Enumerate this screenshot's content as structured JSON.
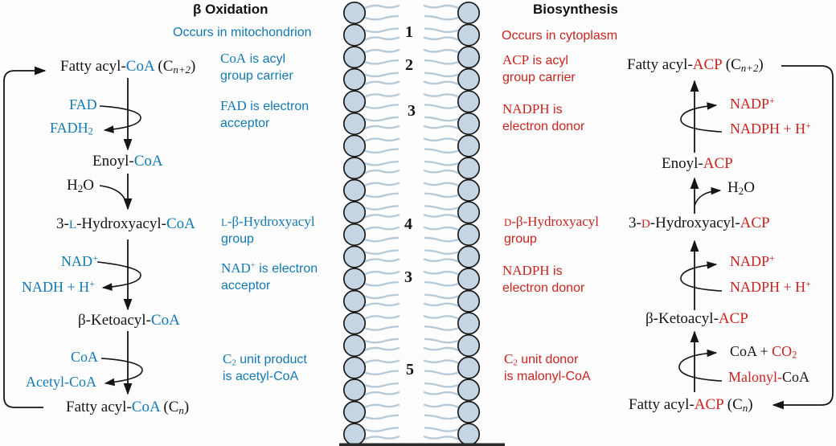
{
  "palette": {
    "blue": "#1279b4",
    "red": "#c9241e",
    "ink": "#151515",
    "membrane_fill": "#c5d5e4",
    "membrane_stroke": "#1b1b1b",
    "tail": "#b7cada",
    "background": "#fdfdfd"
  },
  "titles": {
    "left": "β Oxidation",
    "right": "Biosynthesis"
  },
  "membrane": {
    "step_numbers": [
      "1",
      "2",
      "3",
      "4",
      "3",
      "5"
    ]
  },
  "beta_oxidation": {
    "notes": {
      "occurs": "Occurs in mitochondrion",
      "carrier_chem": "CoA",
      "carrier_rest": " is acyl",
      "carrier_l2": "group carrier",
      "electron_chem": "FAD",
      "electron_rest": " is electron",
      "electron_l2": "acceptor",
      "hydroxy_sc": "L",
      "hydroxy_rest": "-β-Hydroxyacyl",
      "hydroxy_l2": "group",
      "nad_chem": "NAD",
      "nad_sup": "+",
      "nad_rest": " is electron",
      "nad_l2": "acceptor",
      "c2_chem": "C",
      "c2_sub": "2",
      "c2_rest": " unit product",
      "c2_l2": "is acetyl-CoA"
    },
    "nodes": {
      "fatty_top_pre": "Fatty acyl-",
      "fatty_top_acc": "CoA",
      "fatty_top_mid": " (C",
      "fatty_top_sub": "n+2",
      "fatty_top_end": ")",
      "fad": "FAD",
      "fadh": "FADH",
      "fadh_sub": "2",
      "enoyl_pre": "Enoyl-",
      "enoyl_acc": "CoA",
      "h2o_a": "H",
      "h2o_sub": "2",
      "h2o_b": "O",
      "hydroxy_pre": "3-",
      "hydroxy_sc": "L",
      "hydroxy_mid": "-Hydroxyacyl-",
      "hydroxy_acc": "CoA",
      "nad": "NAD",
      "nad_sup": "+",
      "nadh": "NADH + H",
      "nadh_sup": "+",
      "keto_pre": "β-Ketoacyl-",
      "keto_acc": "CoA",
      "coa": "CoA",
      "acetyl": "Acetyl-CoA",
      "fatty_bot_pre": "Fatty acyl-",
      "fatty_bot_acc": "CoA",
      "fatty_bot_mid": " (C",
      "fatty_bot_sub": "n",
      "fatty_bot_end": ")"
    }
  },
  "biosynthesis": {
    "notes": {
      "occurs": "Occurs in cytoplasm",
      "carrier_chem": "ACP",
      "carrier_rest": " is acyl",
      "carrier_l2": "group carrier",
      "electron_chem": "NADPH",
      "electron_rest": " is",
      "electron_l2": "electron donor",
      "hydroxy_sc": "D",
      "hydroxy_rest": "-β-Hydroxyacyl",
      "hydroxy_l2": "group",
      "electron2_chem": "NADPH",
      "electron2_rest": " is",
      "electron2_l2": "electron donor",
      "c2_chem": "C",
      "c2_sub": "2",
      "c2_rest": " unit donor",
      "c2_l2": "is malonyl-CoA"
    },
    "nodes": {
      "fatty_top_pre": "Fatty acyl-",
      "fatty_top_acc": "ACP",
      "fatty_top_mid": " (C",
      "fatty_top_sub": "n+2",
      "fatty_top_end": ")",
      "nadp1": "NADP",
      "nadp1_sup": "+",
      "nadph1": "NADPH + H",
      "nadph1_sup": "+",
      "enoyl_pre": "Enoyl-",
      "enoyl_acc": "ACP",
      "h2o_a": "H",
      "h2o_sub": "2",
      "h2o_b": "O",
      "hydroxy_pre": "3-",
      "hydroxy_sc": "D",
      "hydroxy_mid": "-Hydroxyacyl-",
      "hydroxy_acc": "ACP",
      "nadp2": "NADP",
      "nadp2_sup": "+",
      "nadph2": "NADPH + H",
      "nadph2_sup": "+",
      "keto_pre": "β-Ketoacyl-",
      "keto_acc": "ACP",
      "coa_pre": "CoA + ",
      "co2": "CO",
      "co2_sub": "2",
      "malonyl_acc": "Malonyl-",
      "malonyl_rest": "CoA",
      "fatty_bot_pre": "Fatty acyl-",
      "fatty_bot_acc": "ACP",
      "fatty_bot_mid": " (C",
      "fatty_bot_sub": "n",
      "fatty_bot_end": ")"
    }
  }
}
